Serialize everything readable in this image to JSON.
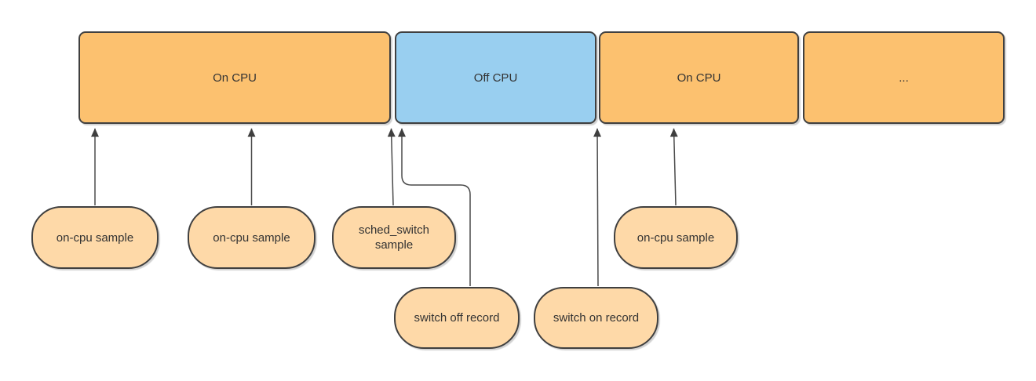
{
  "timeline": {
    "segments": [
      {
        "id": "on-cpu-1",
        "label": "On CPU",
        "state": "on"
      },
      {
        "id": "off-cpu-1",
        "label": "Off CPU",
        "state": "off"
      },
      {
        "id": "on-cpu-2",
        "label": "On CPU",
        "state": "on"
      },
      {
        "id": "ellipsis",
        "label": "...",
        "state": "on"
      }
    ]
  },
  "callouts": [
    {
      "id": "on-cpu-sample-1",
      "label": "on-cpu sample"
    },
    {
      "id": "on-cpu-sample-2",
      "label": "on-cpu sample"
    },
    {
      "id": "sched-switch-sample",
      "label": "sched_switch sample"
    },
    {
      "id": "switch-off-record",
      "label": "switch off record"
    },
    {
      "id": "switch-on-record",
      "label": "switch on record"
    },
    {
      "id": "on-cpu-sample-3",
      "label": "on-cpu sample"
    }
  ],
  "connections": [
    {
      "from": "on-cpu-sample-1",
      "to": "on-cpu-1",
      "shape": "straight"
    },
    {
      "from": "on-cpu-sample-2",
      "to": "on-cpu-1",
      "shape": "straight"
    },
    {
      "from": "sched-switch-sample",
      "to": "on-cpu-1/off-cpu-boundary",
      "shape": "straight"
    },
    {
      "from": "switch-off-record",
      "to": "off-cpu-1-start",
      "shape": "elbow"
    },
    {
      "from": "switch-on-record",
      "to": "off-cpu-1/on-cpu-2-boundary",
      "shape": "straight"
    },
    {
      "from": "on-cpu-sample-3",
      "to": "on-cpu-2",
      "shape": "straight"
    }
  ],
  "colors": {
    "on_cpu_fill": "#FCC16F",
    "off_cpu_fill": "#99CFF0",
    "callout_fill": "#FED9A8",
    "stroke": "#404040",
    "arrow": "#4a4a4a",
    "arrowhead": "#3f3f3f",
    "text": "#333333"
  }
}
